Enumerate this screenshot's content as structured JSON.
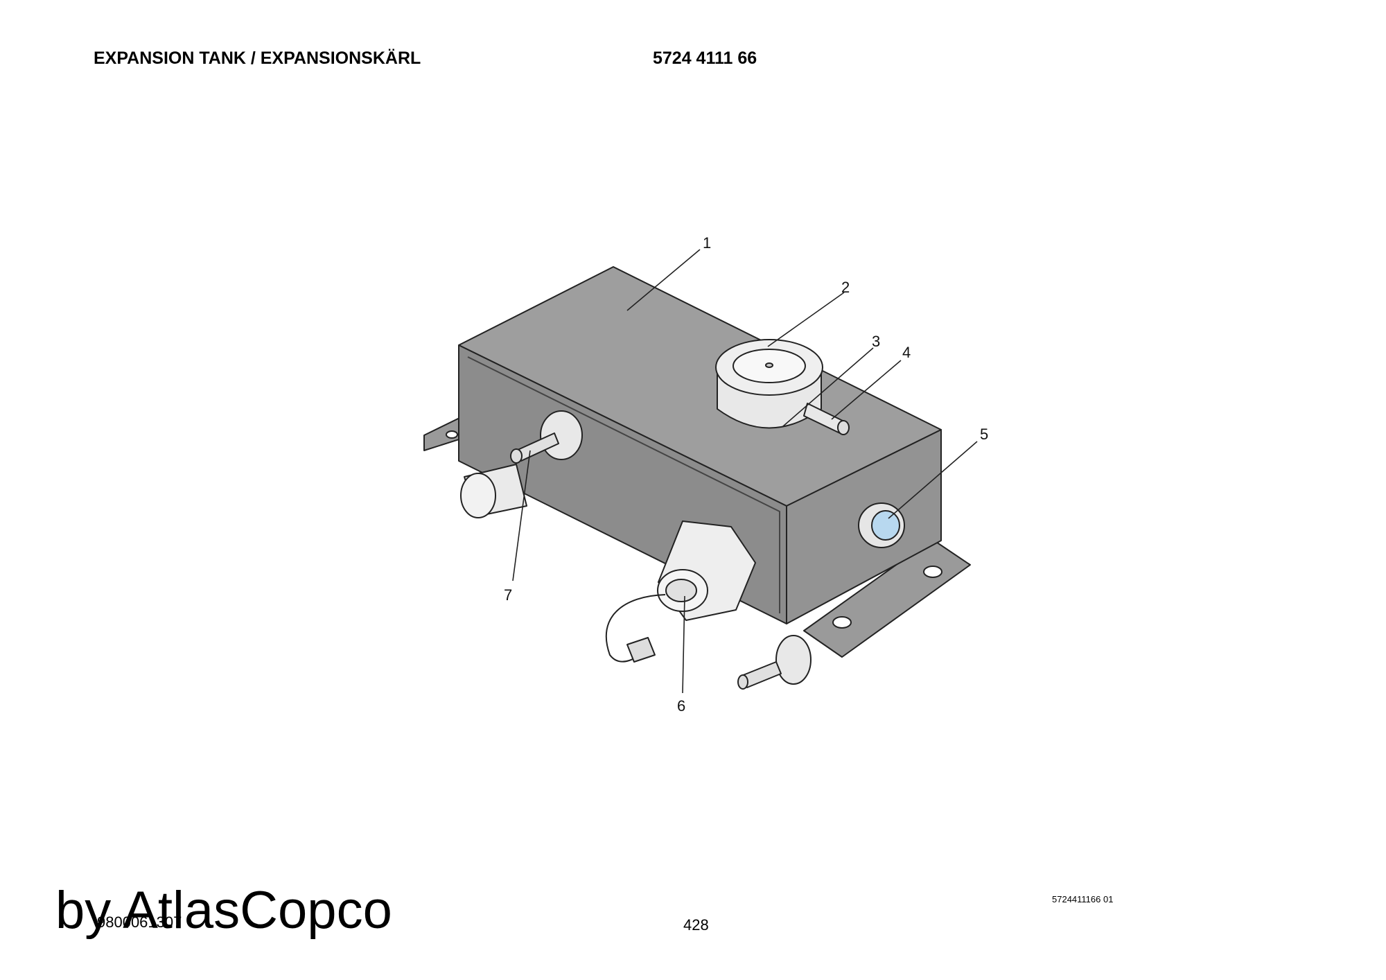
{
  "header": {
    "title": "EXPANSION TANK / EXPANSIONSKÄRL",
    "part_number": "5724 4111 66"
  },
  "callouts": [
    {
      "label": "1"
    },
    {
      "label": "2"
    },
    {
      "label": "3"
    },
    {
      "label": "4"
    },
    {
      "label": "5"
    },
    {
      "label": "6"
    },
    {
      "label": "7"
    }
  ],
  "footer": {
    "drawing_ref": "5724411166 01",
    "watermark": "by AtlasCopco",
    "doc_number": "9800061307",
    "page_number": "428"
  }
}
